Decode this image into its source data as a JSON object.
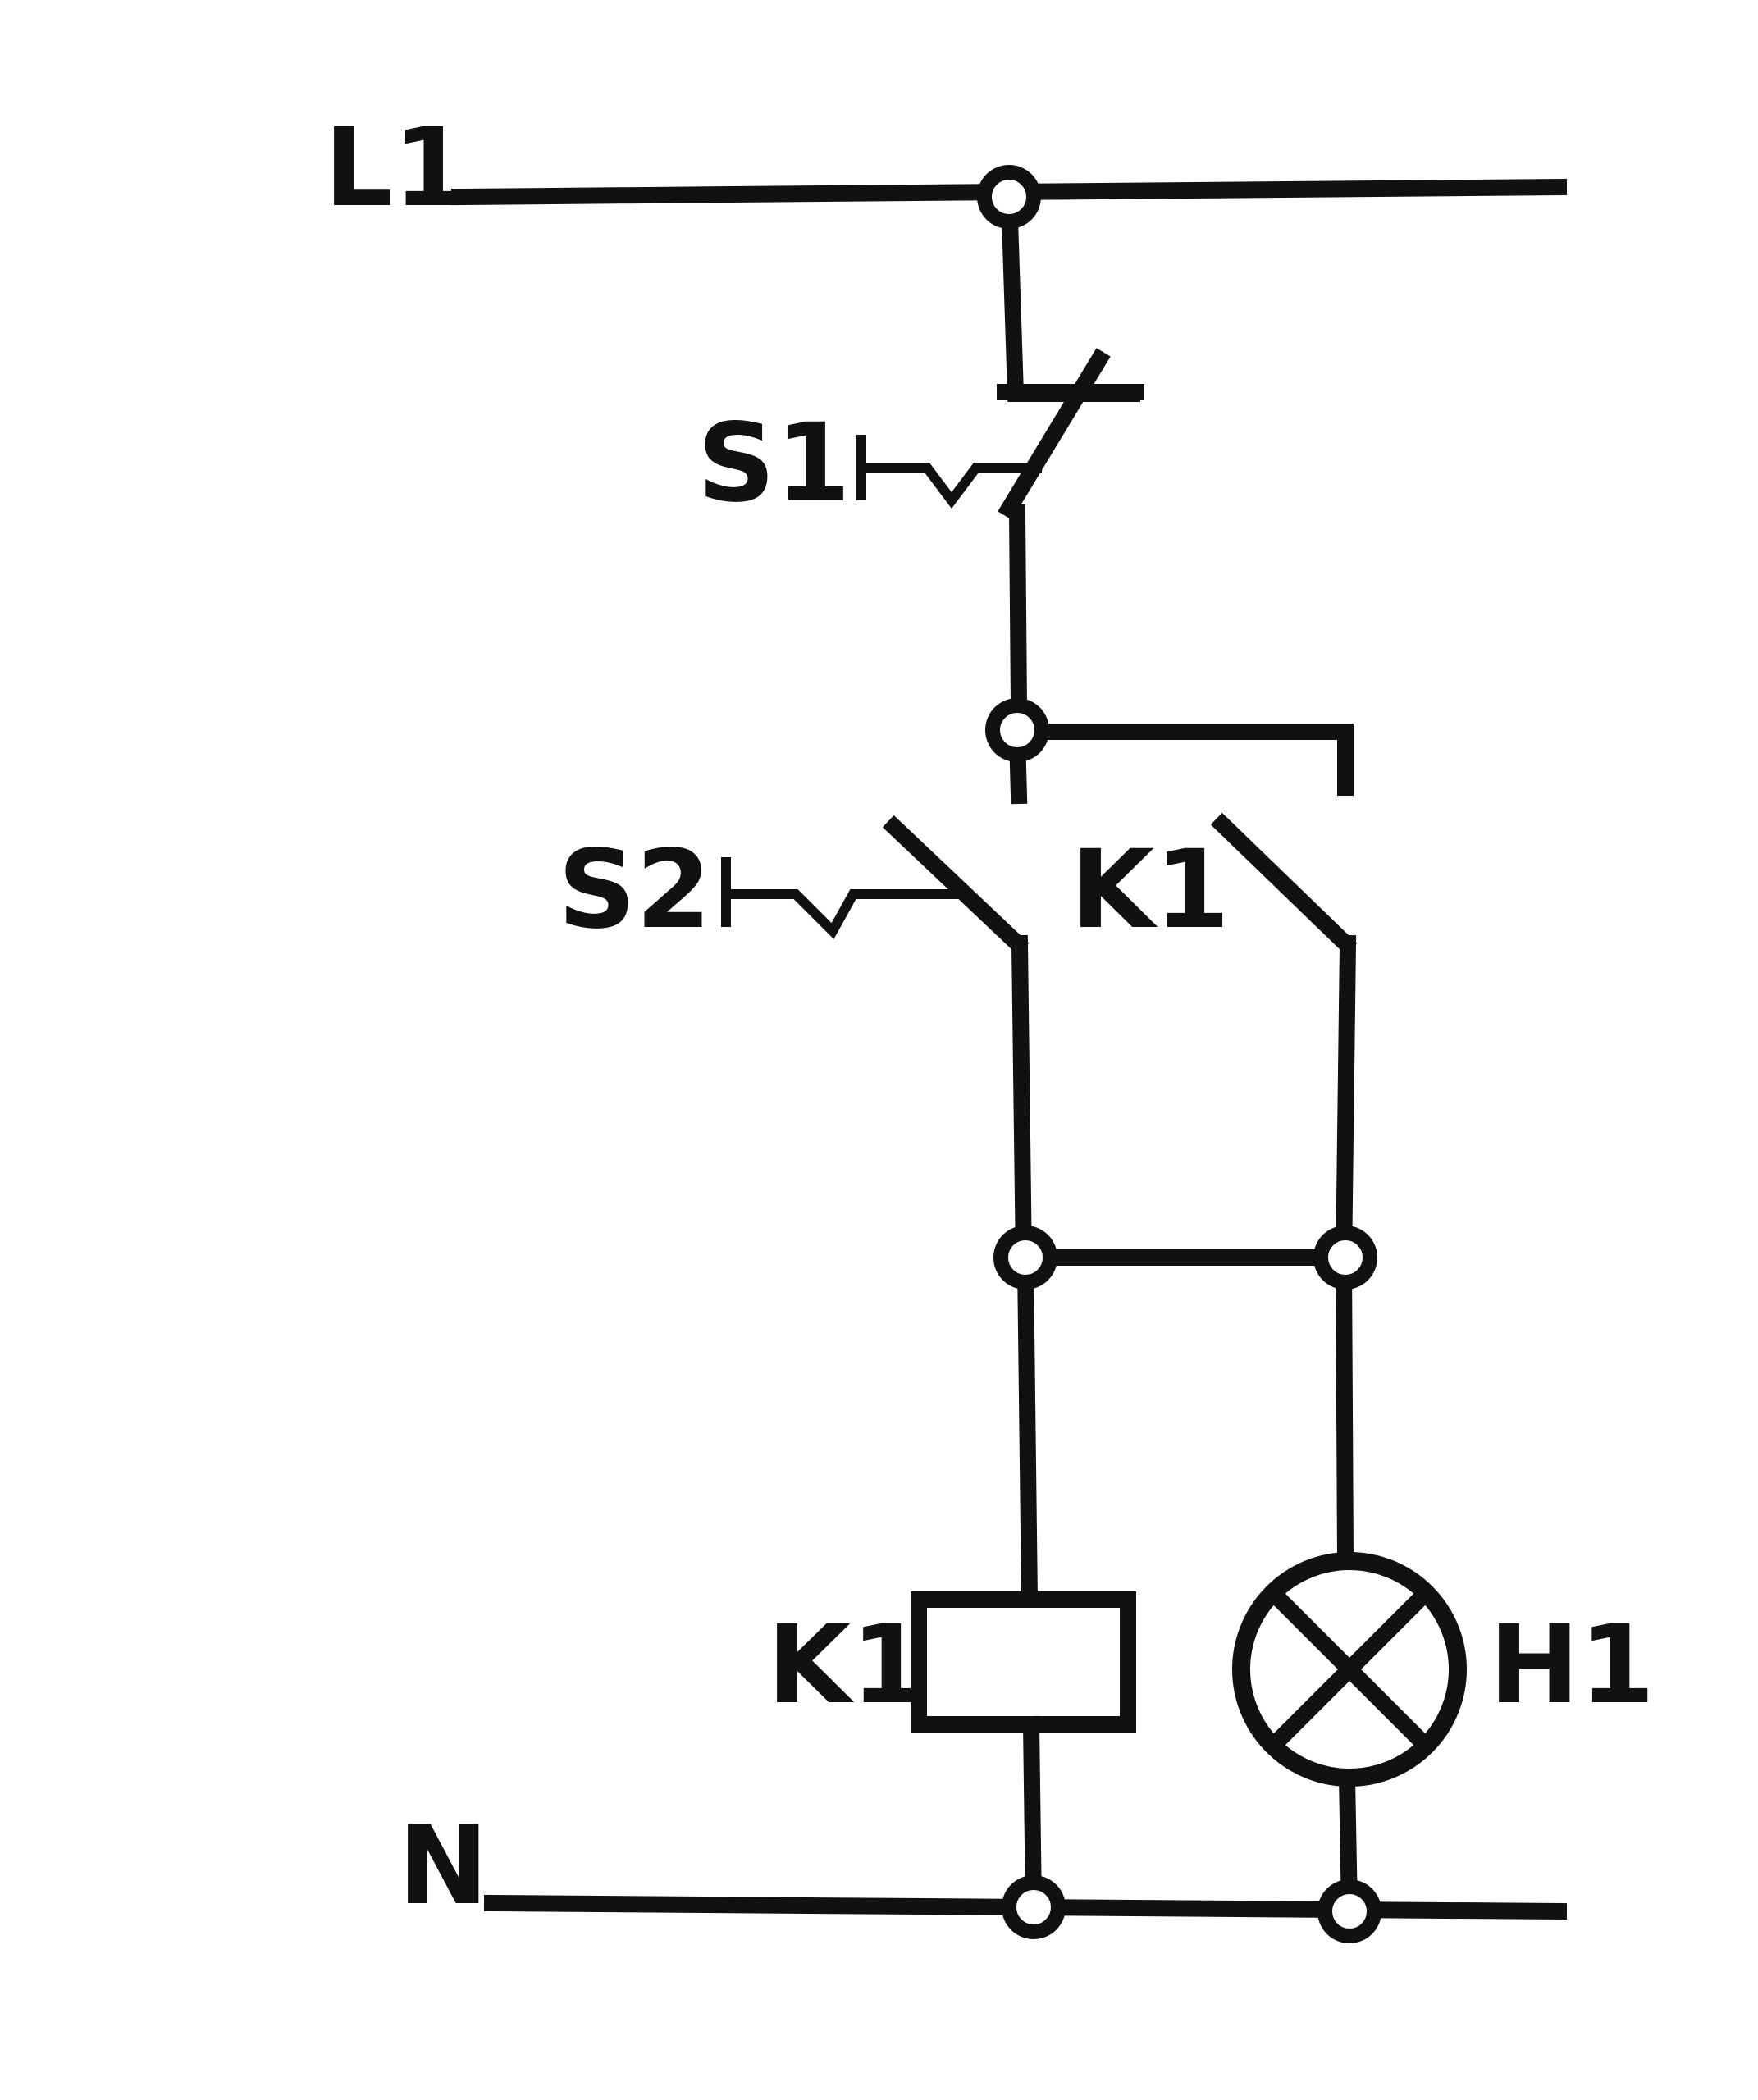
{
  "labels": {
    "line": "L1",
    "neutral": "N",
    "stop_switch": "S1",
    "start_switch": "S2",
    "holding_contact": "K1",
    "relay_coil": "K1",
    "lamp": "H1"
  },
  "colors": {
    "ink": "#111111",
    "background": "#ffffff"
  }
}
